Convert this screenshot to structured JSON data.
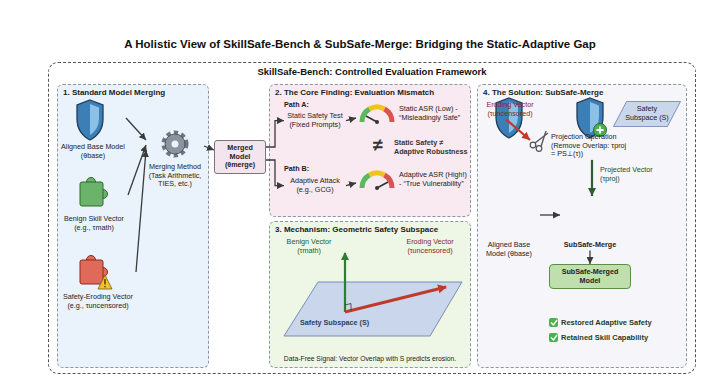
{
  "diagram": {
    "title": "A Holistic View of SkillSafe-Bench & SubSafe-Merge: Bridging the Static-Adaptive Gap",
    "nodes": [
      {
        "text": [
          "SkillSafe-Bench: Controlled Evaluation Framework"
        ]
      },
      {
        "text": [
          "1. Standard Model Merging"
        ],
        "in": 0
      },
      {
        "text": [
          "Aligned Base Model (θbase)"
        ],
        "in": 1
      },
      {
        "text": [
          "Benign Skill Vector (e.g., τmath)"
        ],
        "in": 1
      },
      {
        "text": [
          "Safety-Eroding Vector (e.g., τuncensored)"
        ],
        "in": 1
      },
      {
        "text": [
          "Merging Method (Task Arithmetic, TIES, etc.)"
        ],
        "in": 1
      },
      {
        "text": [
          "Merged Model (θmerge)"
        ],
        "in": 0
      },
      {
        "text": [
          "2. The Core Finding: Evaluation Mismatch"
        ],
        "in": 0
      },
      {
        "text": [
          "Static Safety Test (Fixed Prompts)"
        ],
        "in": 7
      },
      {
        "text": [
          "Static ASR (Low) - “Misleadingly Safe”"
        ],
        "in": 7
      },
      {
        "text": [
          "Adaptive Attack (e.g., GCG)"
        ],
        "in": 7
      },
      {
        "text": [
          "Adaptive ASR (High!) - “True Vulnerability”"
        ],
        "in": 7
      },
      {
        "text": [
          "3. Mechanism: Geometric Safety Subspace",
          "Data-Free Signal: Vector Overlap with S predicts erosion."
        ],
        "in": 0
      },
      {
        "text": [
          "4. The Solution: SubSafe-Merge"
        ],
        "in": 0
      },
      {
        "text": [
          "Eroding Vector (τuncensored)"
        ],
        "in": 13
      },
      {
        "text": [
          "Projection Operation (Remove Overlap: τproj = PS⊥(τ))"
        ],
        "in": 13
      },
      {
        "text": [
          "Safety Subspace (S)"
        ],
        "in": 13
      },
      {
        "text": [
          "Aligned Base Model (θbase)"
        ],
        "in": 13
      },
      {
        "text": [
          "SubSafe-Merge"
        ],
        "in": 13
      },
      {
        "text": [
          "SubSafe-Merged Model"
        ],
        "in": 13
      }
    ],
    "edges": [
      {
        "from": 2,
        "to": 5,
        "arrow": "to"
      },
      {
        "from": 3,
        "to": 5,
        "arrow": "to"
      },
      {
        "from": 4,
        "to": 5,
        "arrow": "to"
      },
      {
        "from": 5,
        "to": 6,
        "arrow": "to"
      },
      {
        "from": 6,
        "to": 8,
        "label": "Path A:",
        "arrow": "to"
      },
      {
        "from": 6,
        "to": 10,
        "label": "Path B:",
        "arrow": "to"
      },
      {
        "from": 8,
        "to": 9,
        "arrow": "to"
      },
      {
        "from": 10,
        "to": 11,
        "arrow": "to"
      },
      {
        "from": 14,
        "to": 15,
        "arrow": "to"
      },
      {
        "from": 15,
        "to": 18,
        "label": "Projected Vector (τproj)",
        "arrow": "to"
      },
      {
        "from": 17,
        "to": 18,
        "arrow": "to"
      },
      {
        "from": 18,
        "to": 19,
        "arrow": "to"
      }
    ],
    "labels": [
      "≠",
      "Static Safety ≠ Adaptive Robustness",
      "Benign Vector (τmath)",
      "Eroding Vector (τuncensored)",
      "Safety Subspace (S)",
      "Restored Adaptive Safety",
      "Retained Skill Capability"
    ]
  }
}
